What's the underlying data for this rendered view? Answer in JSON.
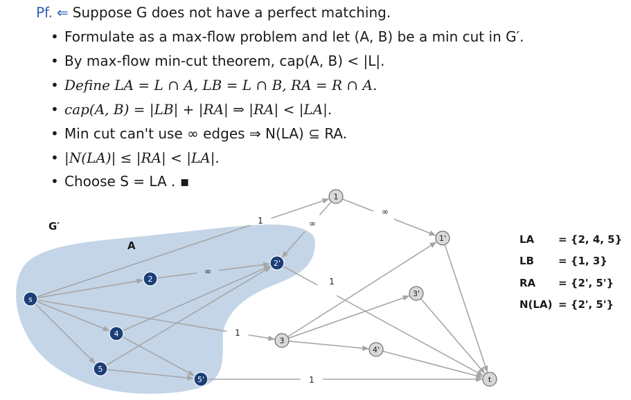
{
  "proof": {
    "pf_label": "Pf.",
    "pf_arrow": "⇐",
    "pf_text": "Suppose G does not have a perfect matching.",
    "bullets": [
      "Formulate as a max-flow problem and let (A, B) be a min cut in G′.",
      "By max-flow min-cut theorem, cap(A, B) < |L|.",
      "Define LA = L ∩ A,  LB = L ∩ B,  RA = R ∩ A.",
      "cap(A, B) = |LB| + |RA| ⇒ |RA| < |LA|.",
      "Min cut can't use ∞ edges ⇒ N(LA) ⊆ RA.",
      "|N(LA)| ≤ |RA| < |LA|.",
      "Choose S = LA .  ▪"
    ],
    "bullet_glyph": "•"
  },
  "graph": {
    "graph_label": "G′",
    "cut_label": "A",
    "nodes": [
      {
        "id": "s",
        "label": "s",
        "in_a": true
      },
      {
        "id": "1",
        "label": "1",
        "in_a": false
      },
      {
        "id": "2",
        "label": "2",
        "in_a": true
      },
      {
        "id": "3",
        "label": "3",
        "in_a": false
      },
      {
        "id": "4",
        "label": "4",
        "in_a": true
      },
      {
        "id": "5",
        "label": "5",
        "in_a": true
      },
      {
        "id": "1p",
        "label": "1'",
        "in_a": false
      },
      {
        "id": "2p",
        "label": "2'",
        "in_a": true
      },
      {
        "id": "3p",
        "label": "3'",
        "in_a": false
      },
      {
        "id": "4p",
        "label": "4'",
        "in_a": false
      },
      {
        "id": "5p",
        "label": "5'",
        "in_a": true
      },
      {
        "id": "t",
        "label": "t",
        "in_a": false
      }
    ],
    "edges": [
      {
        "from": "s",
        "to": "1"
      },
      {
        "from": "s",
        "to": "2"
      },
      {
        "from": "s",
        "to": "3"
      },
      {
        "from": "s",
        "to": "4"
      },
      {
        "from": "s",
        "to": "5"
      },
      {
        "from": "1",
        "to": "1p"
      },
      {
        "from": "1",
        "to": "2p"
      },
      {
        "from": "2",
        "to": "2p"
      },
      {
        "from": "3",
        "to": "1p"
      },
      {
        "from": "3",
        "to": "3p"
      },
      {
        "from": "3",
        "to": "4p"
      },
      {
        "from": "4",
        "to": "2p"
      },
      {
        "from": "4",
        "to": "5p"
      },
      {
        "from": "5",
        "to": "2p"
      },
      {
        "from": "5",
        "to": "5p"
      },
      {
        "from": "1p",
        "to": "t"
      },
      {
        "from": "2p",
        "to": "t"
      },
      {
        "from": "3p",
        "to": "t"
      },
      {
        "from": "4p",
        "to": "t"
      },
      {
        "from": "5p",
        "to": "t"
      }
    ],
    "edge_labels": {
      "s_1": "1",
      "s_3": "1",
      "1_2p": "∞",
      "1_1p": "∞",
      "2_2p": "∞",
      "2p_t": "1",
      "5p_t": "1"
    },
    "colors": {
      "node_in_a": "#1c3f78",
      "node_out": "#d8d8d8",
      "edge": "#a6a6a6",
      "cut_region": "#c5d5e8",
      "accent": "#2f62b4"
    }
  },
  "sets": [
    {
      "name": "LA",
      "value": "= {2, 4, 5}"
    },
    {
      "name": "LB",
      "value": "= {1, 3}"
    },
    {
      "name": "RA",
      "value": "= {2', 5'}"
    },
    {
      "name": "N(LA)",
      "value": "= {2', 5'}"
    }
  ]
}
